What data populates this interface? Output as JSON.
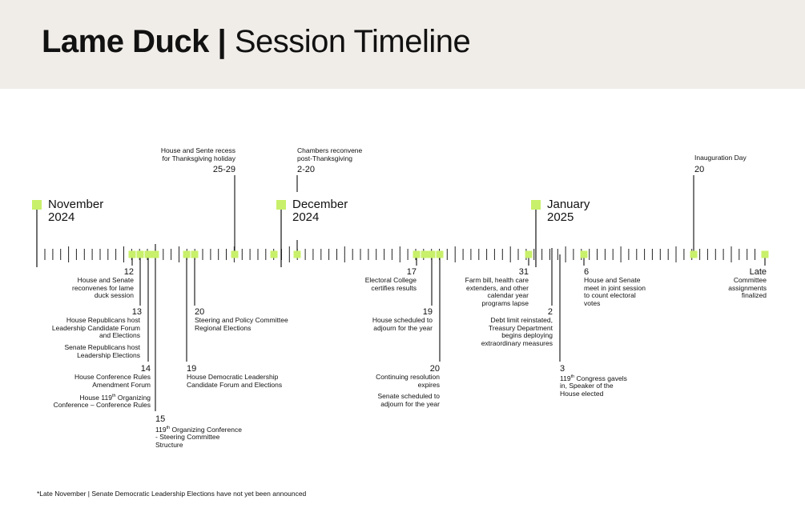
{
  "title": {
    "bold": "Lame Duck |",
    "light": " Session Timeline"
  },
  "colors": {
    "header_bg": "#f0ece8",
    "accent": "#c8f06a",
    "line": "#222222"
  },
  "months": [
    {
      "name": "November",
      "year": "2024"
    },
    {
      "name": "December",
      "year": "2024"
    },
    {
      "name": "January",
      "year": "2025"
    }
  ],
  "events_above": [
    {
      "label": "25-29",
      "text": [
        "House and Sente recess",
        "for Thanksgiving holiday"
      ]
    },
    {
      "label": "2-20",
      "text": [
        "Chambers reconvene",
        "post-Thanksgiving"
      ]
    },
    {
      "label": "20",
      "text": [
        "Inauguration Day"
      ]
    }
  ],
  "events_below": [
    {
      "label": "12",
      "text": [
        "House and Senate",
        "reconvenes for lame",
        "duck session"
      ]
    },
    {
      "label": "13",
      "text": [
        "House Republicans host",
        "Leadership Candidate Forum",
        "and Elections"
      ]
    },
    {
      "label": "",
      "text": [
        "Senate Republicans host",
        "Leadership Elections"
      ]
    },
    {
      "label": "14",
      "text": [
        "House Conference Rules",
        "Amendment Forum"
      ]
    },
    {
      "label": "",
      "text": [
        "House 119th Organizing",
        "Conference – Conference Rules"
      ]
    },
    {
      "label": "15",
      "text": [
        "119th Organizing Conference",
        "- Steering Committee",
        "Structure"
      ]
    },
    {
      "label": "20",
      "text": [
        "Steering and Policy Committee",
        "Regional Elections"
      ]
    },
    {
      "label": "19",
      "text": [
        "House Democratic Leadership",
        "Candidate Forum and Elections"
      ]
    },
    {
      "label": "17",
      "text": [
        "Electoral College",
        "certifies results"
      ]
    },
    {
      "label": "19",
      "text": [
        "House scheduled to",
        "adjourn for the year"
      ]
    },
    {
      "label": "20",
      "text": [
        "Continuing resolution",
        "expires"
      ]
    },
    {
      "label": "",
      "text": [
        "Senate scheduled to",
        "adjourn for the year"
      ]
    },
    {
      "label": "31",
      "text": [
        "Farm bill, health care",
        "extenders, and other",
        "calendar year",
        "programs lapse"
      ]
    },
    {
      "label": "2",
      "text": [
        "Debt limit reinstated,",
        "Treasury Department",
        "begins deploying",
        "extraordinary measures"
      ]
    },
    {
      "label": "3",
      "text": [
        "119th Congress gavels",
        "in, Speaker of the",
        "House elected"
      ]
    },
    {
      "label": "6",
      "text": [
        "House and Senate",
        "meet in joint session",
        "to count electoral",
        "votes"
      ]
    },
    {
      "label": "Late",
      "text": [
        "Committee",
        "assignments",
        "finalized"
      ]
    }
  ],
  "footnote": "*Late November | Senate Democratic Leadership Elections have not yet been announced"
}
